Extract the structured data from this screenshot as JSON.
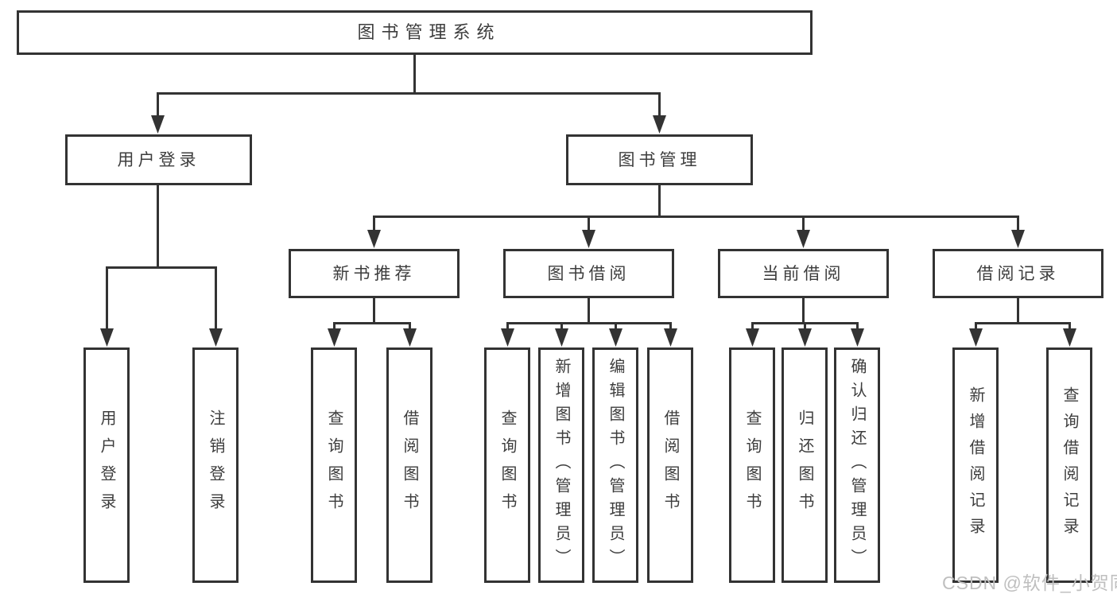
{
  "diagram": {
    "root": {
      "label": "图书管理系统"
    },
    "user_login": {
      "label": "用户登录",
      "children": [
        {
          "label": "用户登录"
        },
        {
          "label": "注销登录"
        }
      ]
    },
    "book_management": {
      "label": "图书管理",
      "sections": [
        {
          "label": "新书推荐",
          "children": [
            {
              "label": "查询图书"
            },
            {
              "label": "借阅图书"
            }
          ]
        },
        {
          "label": "图书借阅",
          "children": [
            {
              "label": "查询图书"
            },
            {
              "label": "新增图书（管理员）"
            },
            {
              "label": "编辑图书（管理员）"
            },
            {
              "label": "借阅图书"
            }
          ]
        },
        {
          "label": "当前借阅",
          "children": [
            {
              "label": "查询图书"
            },
            {
              "label": "归还图书"
            },
            {
              "label": "确认归还（管理员）"
            }
          ]
        },
        {
          "label": "借阅记录",
          "children": [
            {
              "label": "新增借阅记录"
            },
            {
              "label": "查询借阅记录"
            }
          ]
        }
      ]
    }
  },
  "watermark": {
    "text": "CSDN @软件_小贺同学"
  },
  "colors": {
    "line": "#333333",
    "text": "#3d3d3d",
    "watermark": "#bfbfbf",
    "background": "#ffffff"
  }
}
